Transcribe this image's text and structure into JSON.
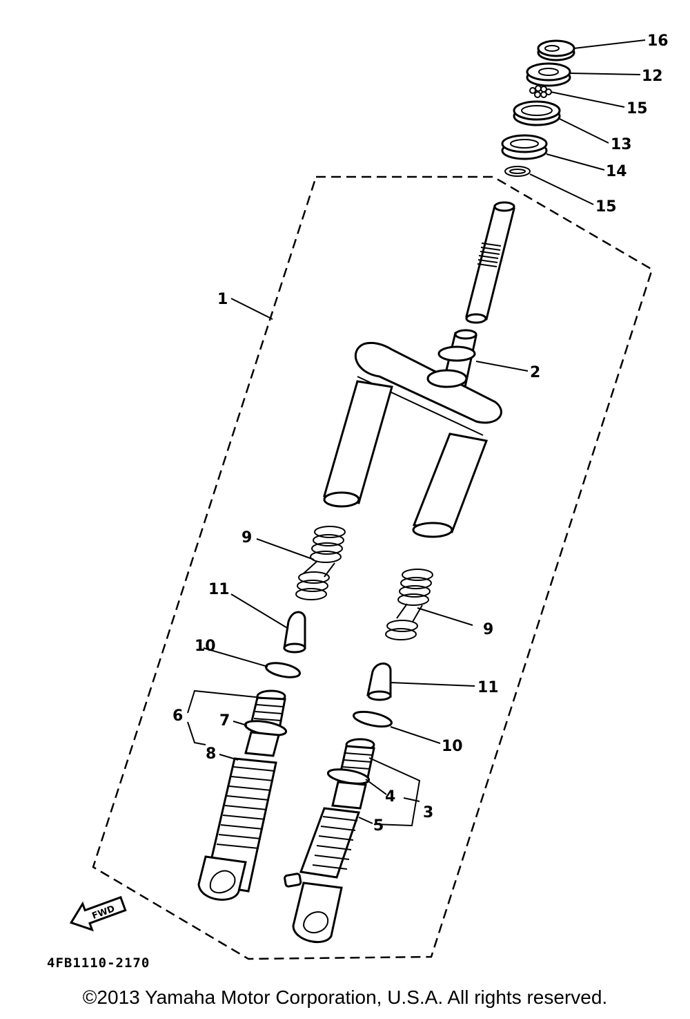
{
  "diagram": {
    "drawing_code": "4FB1110-2170",
    "fwd_label": "FWD",
    "callouts": {
      "c1": "1",
      "c2": "2",
      "c3": "3",
      "c4": "4",
      "c5": "5",
      "c6": "6",
      "c7": "7",
      "c8": "8",
      "c9a": "9",
      "c9b": "9",
      "c10a": "10",
      "c10b": "10",
      "c11a": "11",
      "c11b": "11",
      "c12": "12",
      "c13": "13",
      "c14": "14",
      "c15a": "15",
      "c15b": "15",
      "c16": "16"
    }
  },
  "footer": {
    "copyright": "©2013 Yamaha Motor Corporation, U.S.A. All rights reserved."
  }
}
